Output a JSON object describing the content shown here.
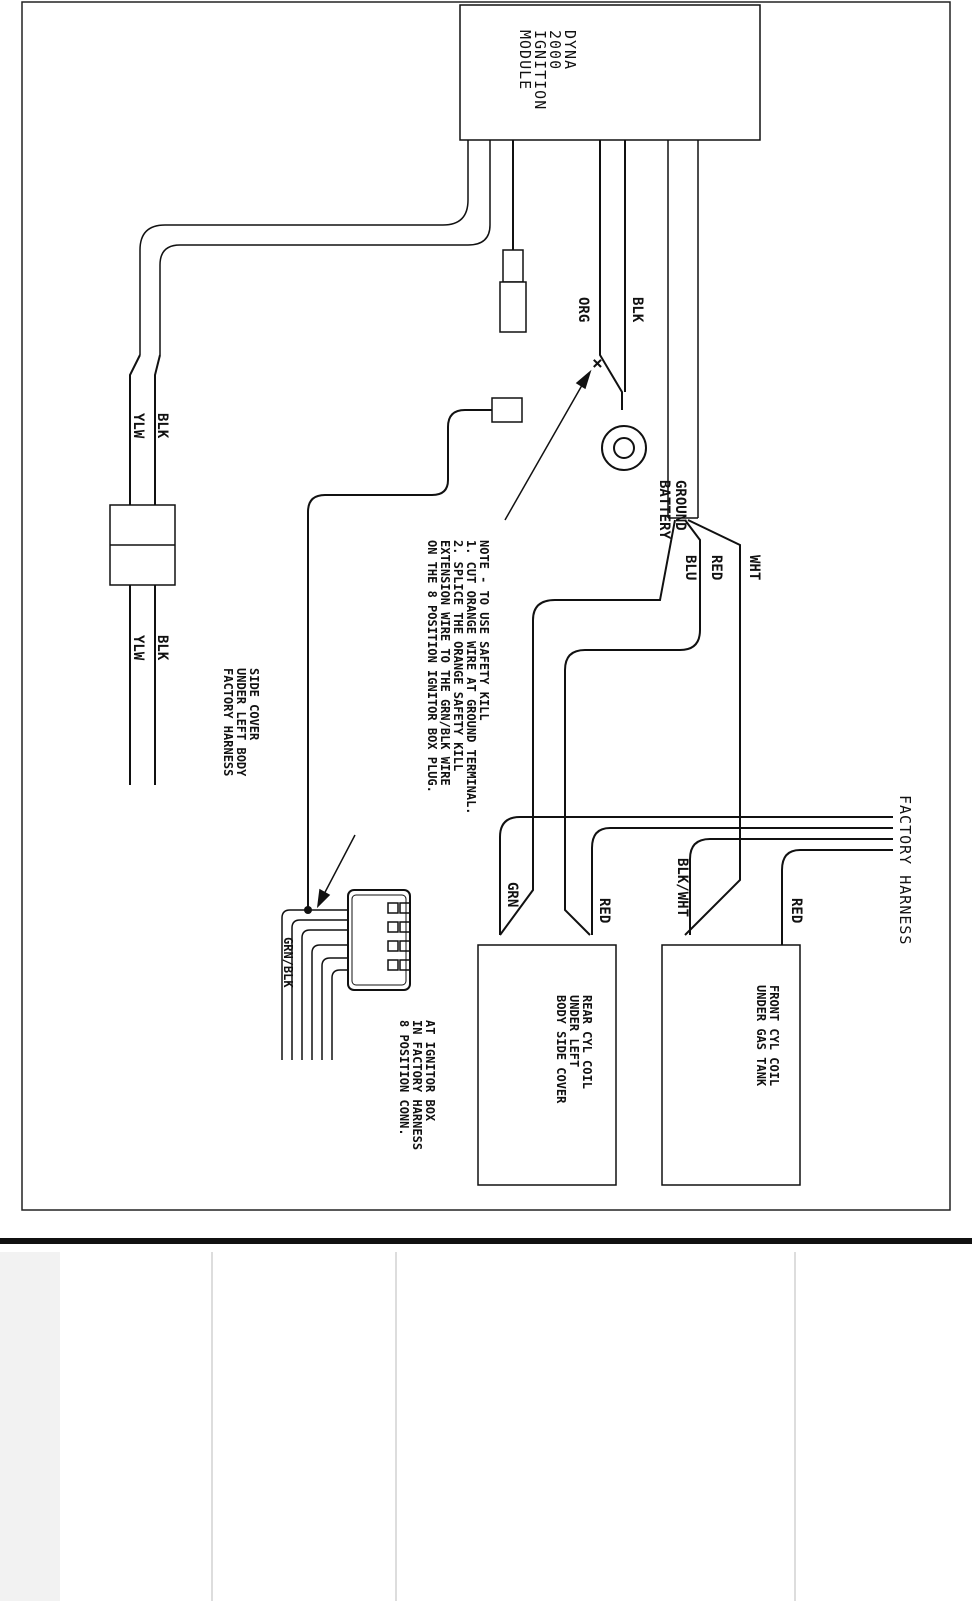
{
  "module": {
    "lines": [
      "DYNA",
      "2000",
      "IGNITION",
      "MODULE"
    ]
  },
  "wires": {
    "blk_top": "BLK",
    "org_top": "ORG",
    "battery_ground": [
      "BATTERY",
      "GROUND"
    ],
    "left_blk": "BLK",
    "left_ylw": "YLW",
    "left_blk_2": "BLK",
    "left_ylw_2": "YLW",
    "wht": "WHT",
    "red": "RED",
    "blu": "BLU",
    "grn": "GRN",
    "red_rear": "RED",
    "blk_wht": "BLK/WHT",
    "red_front": "RED",
    "grn_blk": "GRN/BLK"
  },
  "note": {
    "lines": [
      "NOTE - TO USE SAFETY KILL",
      "1. CUT ORANGE WIRE AT GROUND TERMINAL.",
      "2. SPLICE THE ORANGE SAFETY KILL",
      "EXTENSION WIRE TO THE GRN/BLK WIRE",
      "ON THE 8 POSITION IGNITOR BOX PLUG."
    ]
  },
  "factory_harness_left": {
    "lines": [
      "FACTORY HARNESS",
      "UNDER LEFT BODY",
      "SIDE COVER"
    ]
  },
  "factory_harness_right": "FACTORY HARNESS",
  "rear_coil": {
    "lines": [
      "REAR CYL COIL",
      "UNDER LEFT",
      "BODY SIDE COVER"
    ]
  },
  "front_coil": {
    "lines": [
      "FRONT CYL COIL",
      "UNDER GAS TANK"
    ]
  },
  "connector_8pos": {
    "lines": [
      "8 POSITION CONN.",
      "IN FACTORY HARNESS",
      "AT IGNITOR BOX"
    ]
  }
}
